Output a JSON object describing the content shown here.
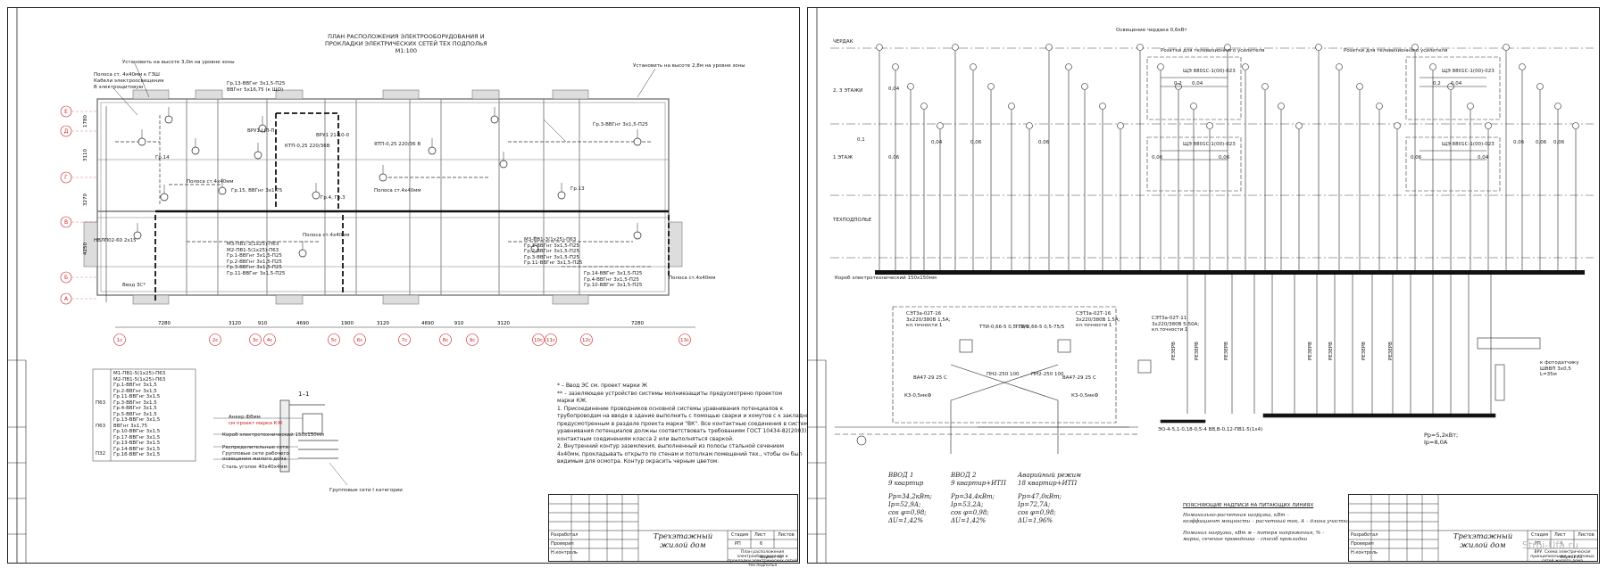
{
  "plan": {
    "title_lines": [
      "ПЛАН РАСПОЛОЖЕНИЯ ЭЛЕКТРООБОРУДОВАНИЯ И",
      "ПРОКЛАДКИ ЭЛЕКТРИЧЕСКИХ СЕТЕЙ ТЕХ ПОДПОЛЬЯ",
      "М1:100"
    ],
    "axis_letters": [
      "Е",
      "Д",
      "Г",
      "В",
      "Б",
      "А"
    ],
    "axis_numbers": [
      "1с",
      "2с",
      "3с",
      "4с",
      "5с",
      "6с",
      "7с",
      "8с",
      "9с",
      "10с",
      "11с",
      "12с",
      "13с"
    ],
    "dim_bottom": [
      "7280",
      "3120",
      "910",
      "4690",
      "1900",
      "3120",
      "4690",
      "910",
      "3120",
      "7280"
    ],
    "dim_left": [
      "1780",
      "3110",
      "3270",
      "4250"
    ],
    "callouts": [
      "Установить на высоте 3,0м на уровне зоны",
      "Полоса ст. 4х40мм к ГЗШ",
      "Кабели электроосвещения",
      "В электрощитовую",
      "Установить на высоте 2,8м на уровне зоны",
      "Гр.13-ВВГнг 3х1,5-П25",
      "ВВГнг 5х16,75 (к ЩО)",
      "Гр.3-ВВГнг 3х1,5-П25",
      "Полоса ст.4х40мм",
      "ВРУ1-ЦЛ-П",
      "Гр.15, ВВГнг 3х1,75",
      "Полоса ст.4х40мм",
      "Гр.14",
      "Гр.13",
      "Гр.4, Гр.3",
      "ВРУ1 21-10-0",
      "КТП-0,25 220/36В",
      "ЯТП-0,25 220/36 В",
      "Полоса ст.4х40мм",
      "Полоса ст.4х40мм",
      "Ввод 3С*",
      "НВЛП02-60 2х15"
    ],
    "riser_list_left": [
      "М3-ПВ1-3(1х25)-П63",
      "М2-ПВ1-5(1х25)-П63",
      "Гр.1-ВВГнг 3х1,5-П25",
      "Гр.2-ВВГнг 3х1,5-П25",
      "Гр.3-ВВГнг 3х1,5-П25",
      "Гр.11-ВВГнг 3х1,5-П25"
    ],
    "riser_list_right": [
      "М3-ПВ1-3(1х25)-П63",
      "Гр.1-ВВГнг 3х1,5-П25",
      "Гр.2-ВВГнг 3х1,5-П25",
      "Гр.3-ВВГнг 3х1,5-П25",
      "Гр.11-ВВГнг 3х1,5-П25"
    ],
    "riser_list_far_right": [
      "Гр.14-ВВГнг 3х1,5-П25",
      "Гр.4-ВВГнг 3х1,5-П25",
      "Гр.10-ВВГнг 3х1,5-П25"
    ],
    "cable_table": {
      "groups": [
        "П63",
        "П63",
        "П32"
      ],
      "rows": [
        "М1-ПВ1-5(1х25)-П63",
        "М2-ПВ1-5(1х25)-П63",
        "Гр.1-ВВГнг 3х1,5",
        "Гр.2-ВВГнг 3х1,5",
        "Гр.11-ВВГнг 3х1,5",
        "Гр.3-ВВГнг 3х1,5",
        "Гр.4-ВВГнг 3х1,5",
        "Гр.5-ВВГнг 3х1,5",
        "Гр.13-ВВГнг 3х1,5",
        "ВВГнг 3х1,75",
        "Гр.10-ВВГнг 3х1,5",
        "Гр.17-ВВГнг 3х1,5",
        "Гр.13-ВВГнг 3х1,5",
        "Гр.14-ВВГнг 3х1,5",
        "Гр.16-ВВГнг 3х1,5"
      ]
    },
    "section": {
      "title": "1–1",
      "labels": [
        "Анкер Ф8мм",
        "см проект марки КЖ",
        "Короб электротехнический 150х150мм",
        "Распределительные сети. Групповые сети рабочего освещения жилого дома",
        "Сталь уголок 40х40х4мм",
        "Групповые сети I категории"
      ]
    },
    "notes": [
      "* – Ввод ЭС см. проект марки Ж",
      "** – зазеляющее устройство системы молниезащиты предусмотрено проектом",
      "марки КЖ.",
      "   1. Присоединение проводников основной системы уравнивания потенциалов к",
      "трубопроводам на вводе в здание выполнить с помощью сварки и хомутов с к закладным ,",
      "предусмотренным в разделе проекта марки \"ВК\". Все контактные соединения в системе",
      "уравнивания потенциалов должны соответствовать требованиям ГОСТ 10434-82(2003) к",
      "контактным соединениям класса 2 или выполняться сваркой.",
      "   2. Внутренний контур заземления, выполненный из полосы стальной сечением",
      "4х40мм, прокладывать открыто по стенам и потолкам помещений тех., чтобы он был",
      "видимым для осмотра. Контур окрасить черным цветом."
    ],
    "title_block": {
      "title": "Трехэтажный жилой дом",
      "subtitle": "План расположения электрооборудования и прокладки электрических сетей тех.подполья",
      "stage_hdr": "Стадия",
      "sheet_hdr": "Лист",
      "sheets_hdr": "Листов",
      "stage": "РП",
      "sheet": "6",
      "sheets": "",
      "roles": [
        "Разработал",
        "Проверил",
        "Н.контроль"
      ],
      "format": "Формат А3"
    }
  },
  "diagram": {
    "floor_labels": [
      "ЧЕРДАК",
      "2, 3 ЭТАЖИ",
      "1 ЭТАЖ",
      "ТЕХПОДПОЛЬЕ"
    ],
    "top_labels": [
      "Освещение чердака 0,6кВт",
      "Розетки для телевизионного усилителя",
      "Розетки для телевизионного усилителя"
    ],
    "panels": [
      "ЩЭ 8801С-1(00)-023",
      "ЩЭ 8801С-1(00)-023",
      "ЩЭ 8801С-1(00)-023",
      "ЩЭ 8801С-1(00)-023"
    ],
    "power_values": [
      "0,1",
      "0,04",
      "0,06",
      "0,04",
      "0,06",
      "0,06",
      "0,2",
      "0,04",
      "0,06",
      "0,06",
      "0,2",
      "0,04",
      "0,06",
      "0,04",
      "0,06",
      "0,06",
      "0,06"
    ],
    "cable_tray_label": "Короб электротехнический 150х150мм",
    "lower_labels": [
      "СЭТ3а-02Т-16 3х220/380В 1,5А; кл.точности 1",
      "ТТИ-0,66-5 0,5-75/5",
      "ТТИ-0,66-5 0,5-75/5",
      "СЭТ3а-02Т-16 3х220/380В 1,5А; кл.точности 1",
      "СЭТ3а-02Т-11 3х220/380В 5-50А; кл.точности 1",
      "ВА47-29 25 С",
      "ПН2-250 100",
      "ПН2-250 100",
      "ВА47-29 25 С",
      "К3-0,5мкФ",
      "К3-0,5мкФ",
      "РЕЗЕРВ",
      "РЕЗЕРВ",
      "РЕЗЕРВ",
      "РЕЗЕРВ",
      "РЕЗЕРВ",
      "РЕЗЕРВ",
      "РЕЗЕРВ",
      "к фотодатчику ШВВП 3х0,5 L=35м"
    ],
    "bus_note": "ЭО-4-5,1-0,18-0,5-4  ВВ,В-0,12-ПВ1-5(1х4)",
    "summary_load": [
      "Рр=5,2кВт;",
      "Iр=8,0А"
    ],
    "inputs": [
      {
        "title": "ВВОД 1",
        "sub": "9 квартир",
        "lines": [
          "Рр=34,2кВт;",
          "Iр=52,9А;",
          "cos φ=0,98;",
          "ΔU=1,42%"
        ]
      },
      {
        "title": "ВВОД 2",
        "sub": "9 квартир+ИТП",
        "lines": [
          "Рр=34,4кВт;",
          "Iр=53,2А;",
          "cos φ=0,98;",
          "ΔU=1,42%"
        ]
      },
      {
        "title": "Аварийный режим",
        "sub": "18 квартир+ИТП",
        "lines": [
          "Рр=47,0кВт;",
          "Iр=72,7А;",
          "cos φ=0,98;",
          "ΔU=1,96%"
        ]
      }
    ],
    "legend_title": "ПОЯСНЯЮЩИЕ НАДПИСИ НА ПИТАЮЩИХ ЛИНИЯХ",
    "legend_lines": [
      "Номинально-расчетная нагрузка, кВт –",
      "коэффициент мощности – расчетный ток, А – длина участка, м",
      "Номинал нагрузки, кВт м – потеря напряжения, % –",
      "марка, сечение проводника – способ прокладки"
    ],
    "title_block": {
      "title": "Трехэтажный жилой дом",
      "subtitle": "ВРУ. Схема электрическая принципиальная и групповых сетей жилого дома",
      "stage_hdr": "Стадия",
      "sheet_hdr": "Лист",
      "sheets_hdr": "Листов",
      "stage": "РП",
      "sheet": "4",
      "sheets": "",
      "roles": [
        "Разработал",
        "Проверил",
        "Н.контроль"
      ],
      "format": "Формат А3"
    },
    "watermark": "Stroi-Ufa.ru"
  }
}
